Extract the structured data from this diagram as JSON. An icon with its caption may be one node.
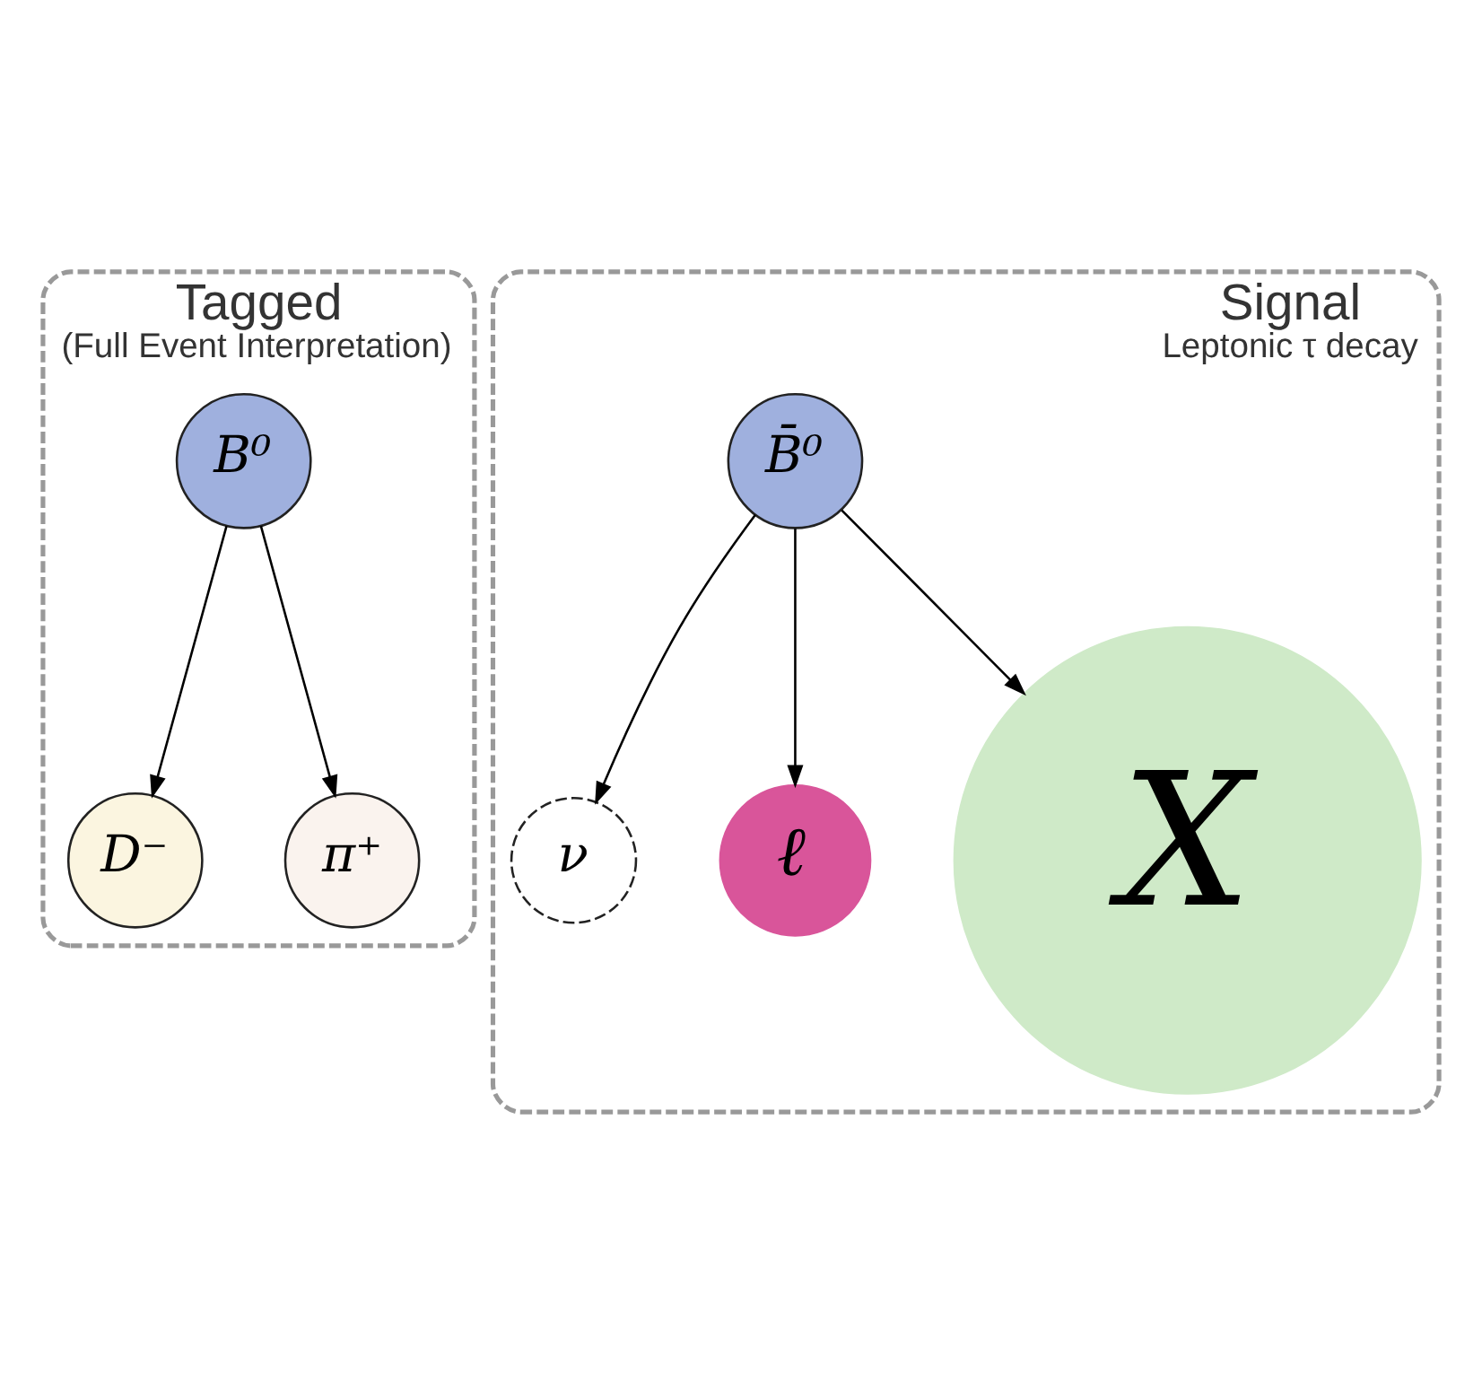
{
  "diagram": {
    "nodes": [
      {
        "text": [
          "Tagged",
          "(Full Event Interpretation)"
        ]
      },
      {
        "text": [
          "D⁻"
        ],
        "in": 0
      },
      {
        "text": [
          "π⁺"
        ],
        "in": 0
      },
      {
        "text": [
          "B⁰"
        ],
        "in": 0
      },
      {
        "text": [
          "Signal",
          "Leptonic τ decay"
        ]
      },
      {
        "text": [
          "B̄⁰"
        ],
        "in": 4
      },
      {
        "text": [
          "ν"
        ],
        "in": 4
      },
      {
        "text": [
          "ℓ"
        ],
        "in": 4
      },
      {
        "text": [
          "X"
        ],
        "in": 4
      }
    ],
    "edges": [
      {
        "from": 3,
        "to": 1,
        "arrow": "to"
      },
      {
        "from": 3,
        "to": 2,
        "arrow": "to"
      },
      {
        "from": 5,
        "to": 6,
        "arrow": "to"
      },
      {
        "from": 5,
        "to": 7,
        "arrow": "to"
      },
      {
        "from": 5,
        "to": 8,
        "arrow": "to"
      }
    ]
  }
}
